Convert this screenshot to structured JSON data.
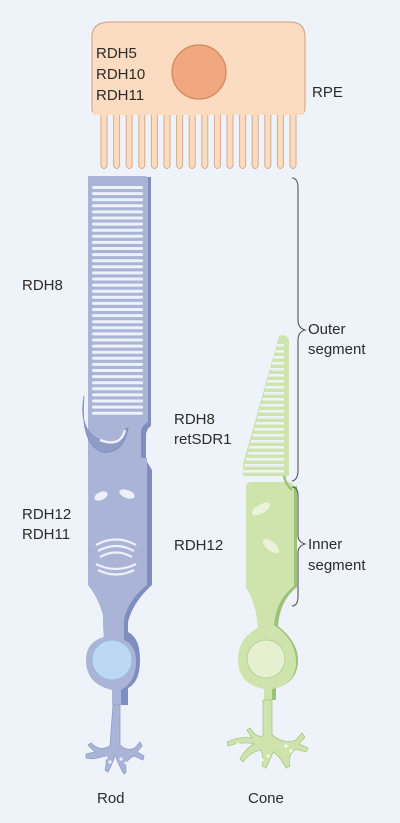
{
  "labels": {
    "rpe_enzymes": [
      "RDH5",
      "RDH10",
      "RDH11"
    ],
    "rpe": "RPE",
    "rod_outer_enzyme": "RDH8",
    "cone_outer_enzymes": [
      "RDH8",
      "retSDR1"
    ],
    "rod_inner_enzymes": [
      "RDH12",
      "RDH11"
    ],
    "cone_inner_enzyme": "RDH12",
    "outer_segment": [
      "Outer",
      "segment"
    ],
    "inner_segment": [
      "Inner",
      "segment"
    ],
    "rod": "Rod",
    "cone": "Cone"
  },
  "colors": {
    "background": "#eef3f9",
    "rpe_fill": "#fcdcc0",
    "rpe_nucleus": "#f2a87f",
    "rod_fill": "#aab4d6",
    "rod_shade": "#7f8dbf",
    "rod_disc": "#eef1fa",
    "rod_nucleus": "#bcd8f2",
    "cone_fill": "#cfe3ad",
    "cone_shade": "#9dc277",
    "cone_nucleus": "#e4f0cf"
  }
}
